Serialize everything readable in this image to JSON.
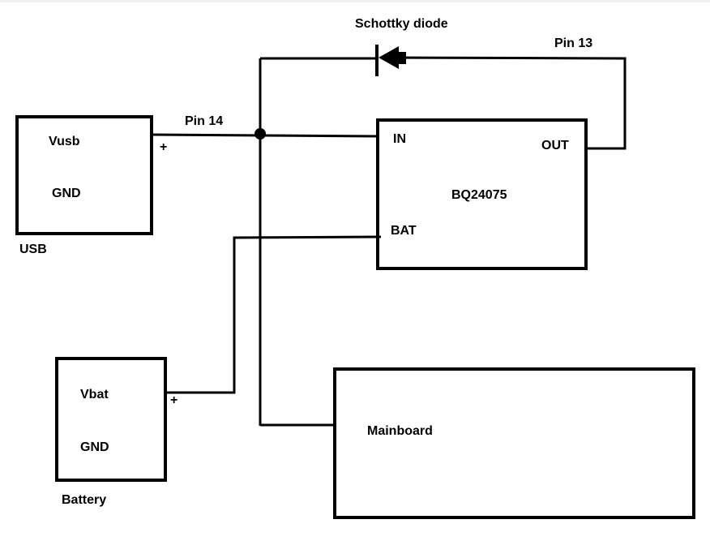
{
  "labels": {
    "diode_title": "Schottky diode",
    "pin13": "Pin 13",
    "pin14": "Pin 14",
    "usb_vusb": "Vusb",
    "usb_gnd": "GND",
    "usb_plus": "+",
    "usb_name": "USB",
    "ic_in": "IN",
    "ic_out": "OUT",
    "ic_name": "BQ24075",
    "ic_bat": "BAT",
    "bat_vbat": "Vbat",
    "bat_gnd": "GND",
    "bat_plus": "+",
    "bat_name": "Battery",
    "mainboard": "Mainboard"
  }
}
